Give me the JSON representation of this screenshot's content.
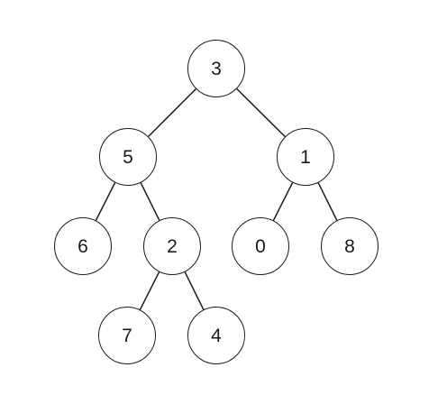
{
  "colors": {
    "background": "#ffffff",
    "stroke": "#1a1a1a",
    "text": "#1a1a1a"
  },
  "tree": {
    "nodes": [
      {
        "id": "n0",
        "value": "3"
      },
      {
        "id": "n1",
        "value": "5"
      },
      {
        "id": "n2",
        "value": "1"
      },
      {
        "id": "n3",
        "value": "6"
      },
      {
        "id": "n4",
        "value": "2"
      },
      {
        "id": "n5",
        "value": "0"
      },
      {
        "id": "n6",
        "value": "8"
      },
      {
        "id": "n7",
        "value": "7"
      },
      {
        "id": "n8",
        "value": "4"
      }
    ],
    "edges": [
      {
        "from": "n0",
        "to": "n1"
      },
      {
        "from": "n0",
        "to": "n2"
      },
      {
        "from": "n1",
        "to": "n3"
      },
      {
        "from": "n1",
        "to": "n4"
      },
      {
        "from": "n2",
        "to": "n5"
      },
      {
        "from": "n2",
        "to": "n6"
      },
      {
        "from": "n4",
        "to": "n7"
      },
      {
        "from": "n4",
        "to": "n8"
      }
    ]
  }
}
